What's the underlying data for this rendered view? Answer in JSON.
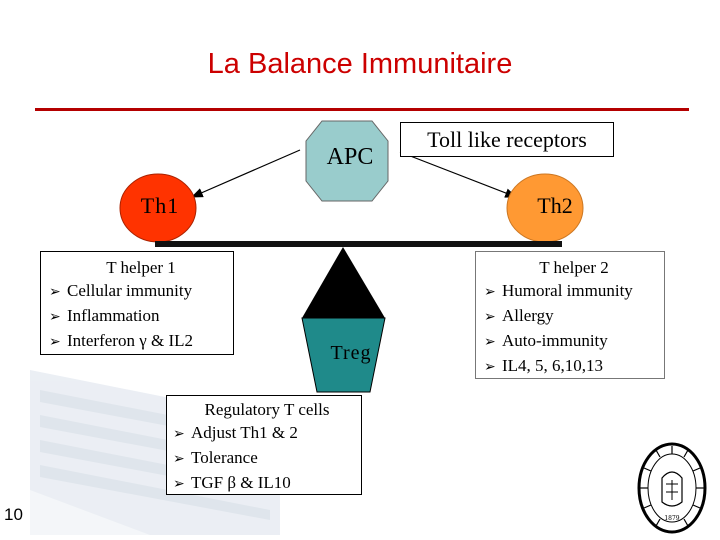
{
  "slide": {
    "title": "La Balance Immunitaire",
    "number": "10"
  },
  "nodes": {
    "apc": "APC",
    "th1": "Th1",
    "th2": "Th2",
    "treg": "Treg"
  },
  "toll_box": "Toll like receptors",
  "th1_box": {
    "title": "T helper 1",
    "items": [
      "Cellular immunity",
      "Inflammation",
      "Interferon γ & IL2"
    ]
  },
  "th2_box": {
    "title": "T helper 2",
    "items": [
      "Humoral immunity",
      "Allergy",
      "Auto-immunity",
      "IL4, 5, 6,10,13"
    ]
  },
  "treg_box": {
    "title": "Regulatory T cells",
    "items": [
      "Adjust Th1 & 2",
      "Tolerance",
      "TGF β & IL10"
    ]
  },
  "bullet_glyph": "➢",
  "colors": {
    "title": "#cc0000",
    "apc": "#99cccc",
    "th1": "#ff3300",
    "th2": "#ff9933",
    "treg": "#1f8a8a",
    "fulcrum": "#000000"
  }
}
